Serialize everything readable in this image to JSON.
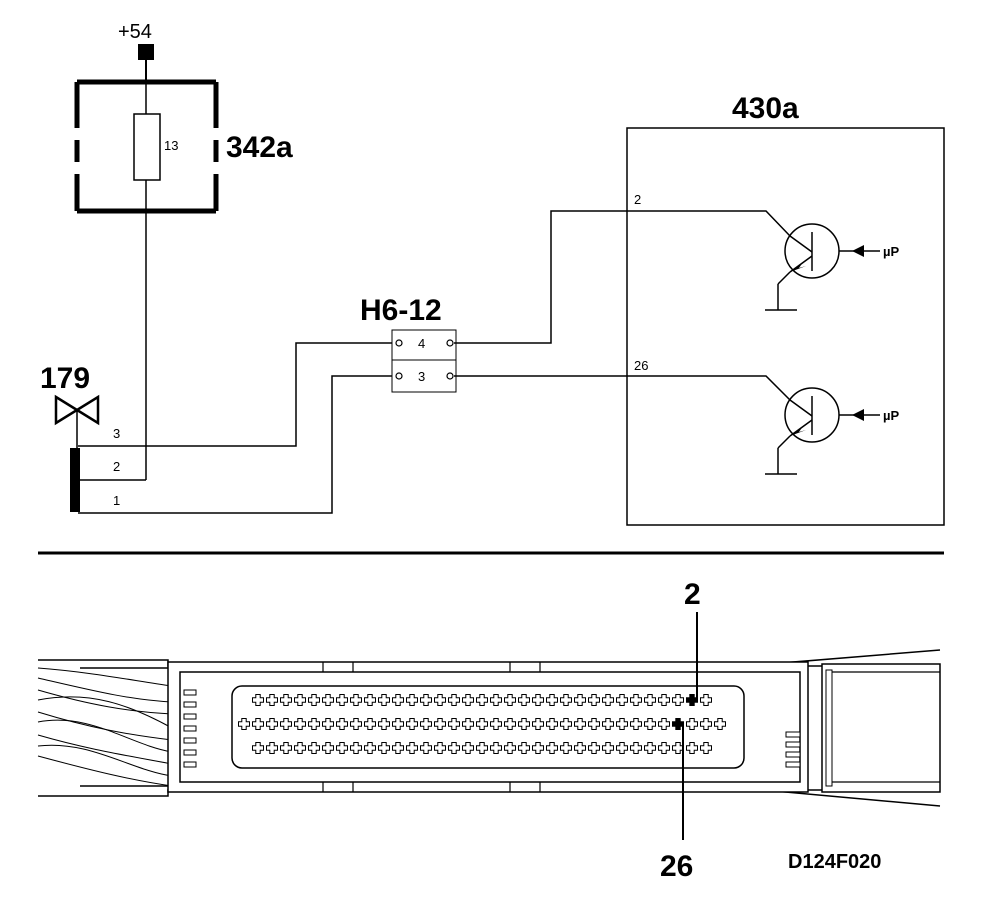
{
  "labels": {
    "supply": "+54",
    "fuse_box": "342a",
    "fuse_number": "13",
    "ecu": "430a",
    "connector": "H6-12",
    "connector_pin_upper": "4",
    "connector_pin_lower": "3",
    "component": "179",
    "component_pin_3": "3",
    "component_pin_2": "2",
    "component_pin_1": "1",
    "ecu_pin_upper": "2",
    "ecu_pin_lower": "26",
    "micro_upper": "µP",
    "micro_lower": "µP",
    "plug_pin_upper": "2",
    "plug_pin_lower": "26",
    "figure_code": "D124F020"
  }
}
